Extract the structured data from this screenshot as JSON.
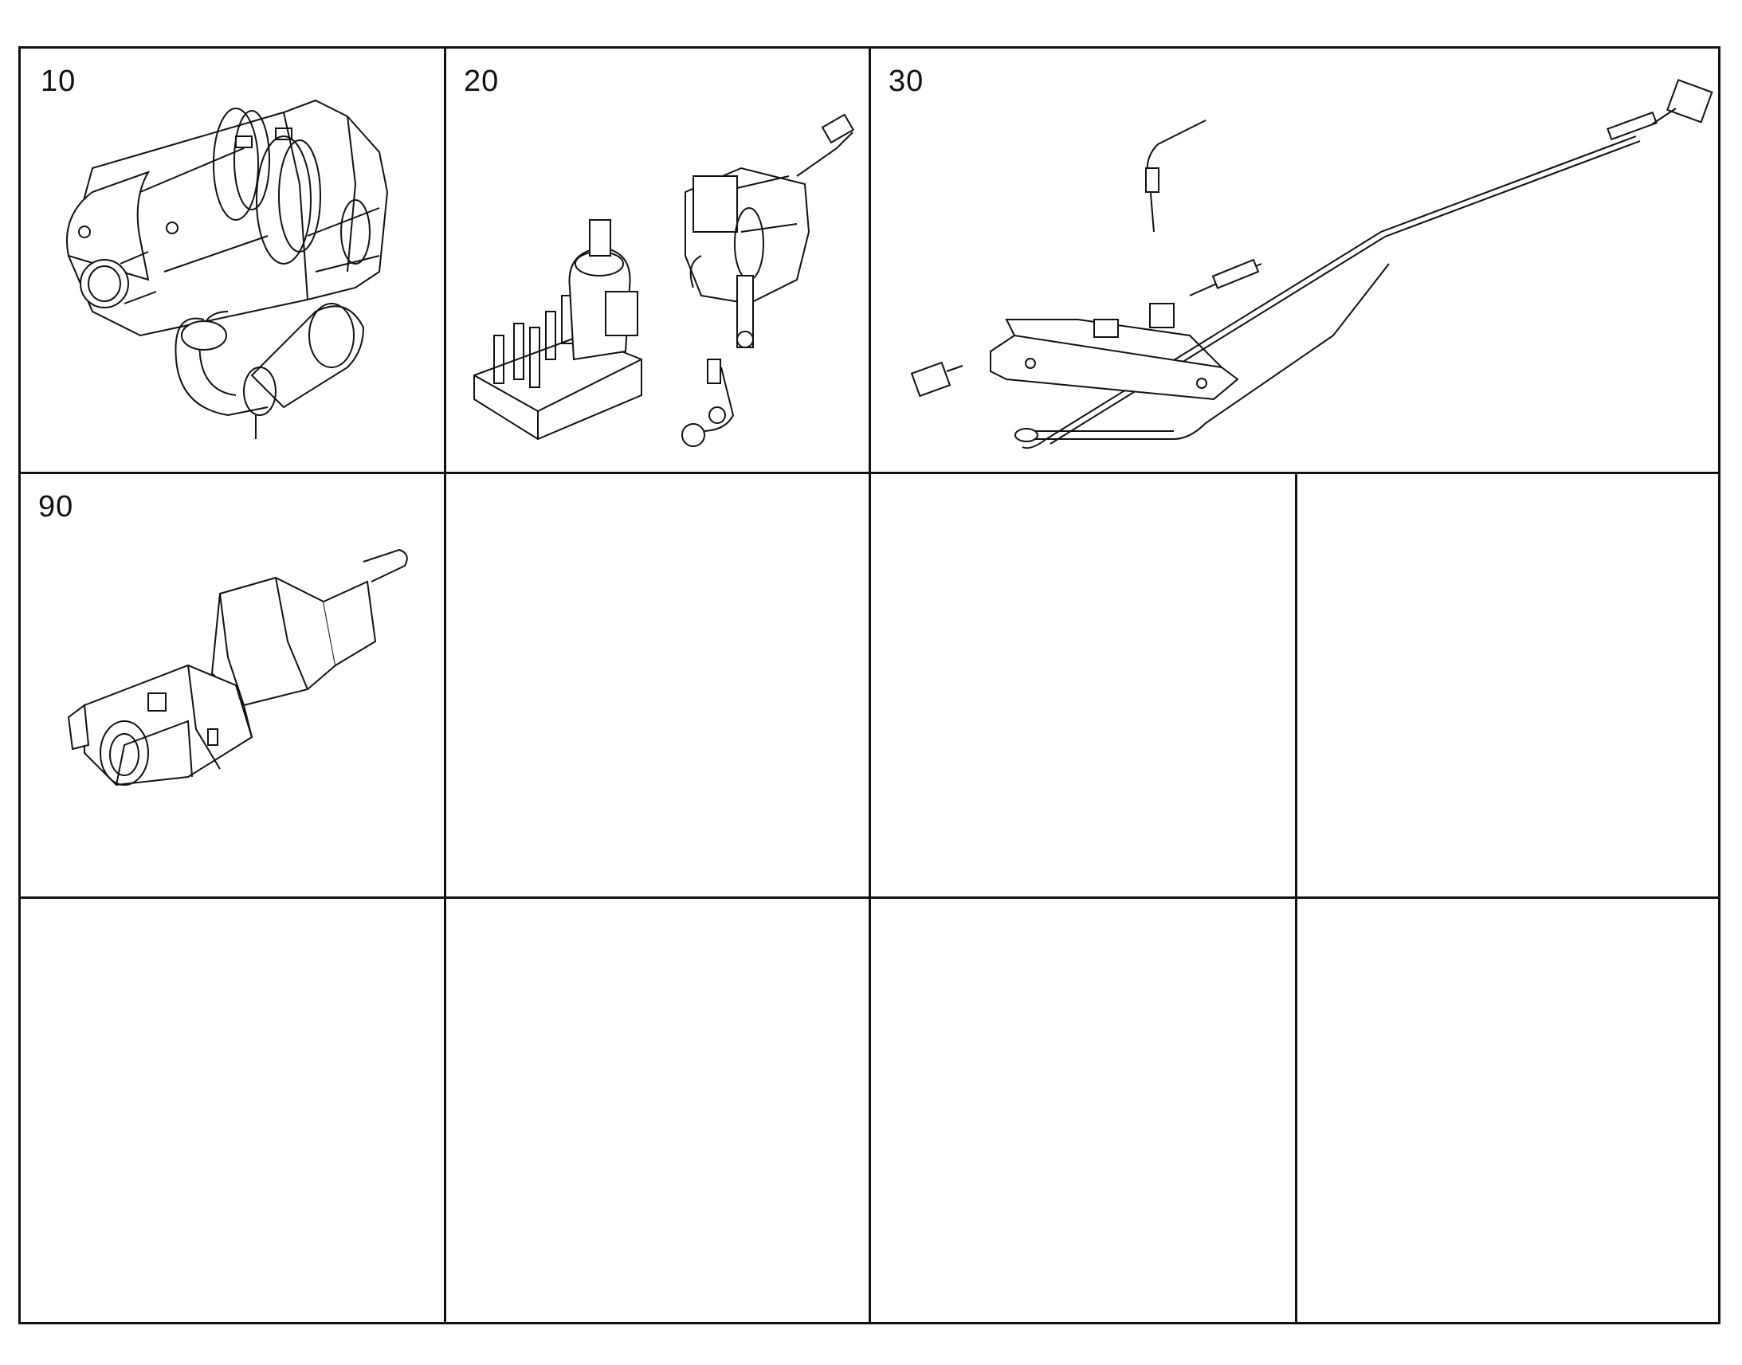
{
  "panels": [
    {
      "id": "cell-10",
      "label": "10",
      "icon": "exhaust-aftertreatment-assembly-icon"
    },
    {
      "id": "cell-20",
      "label": "20",
      "icon": "dosing-pump-module-icon"
    },
    {
      "id": "cell-30",
      "label": "30",
      "icon": "exhaust-sensors-icon"
    },
    {
      "id": "cell-90",
      "label": "90",
      "icon": "temperature-sensor-icon"
    }
  ],
  "colors": {
    "line": "#111111",
    "background": "#ffffff"
  }
}
